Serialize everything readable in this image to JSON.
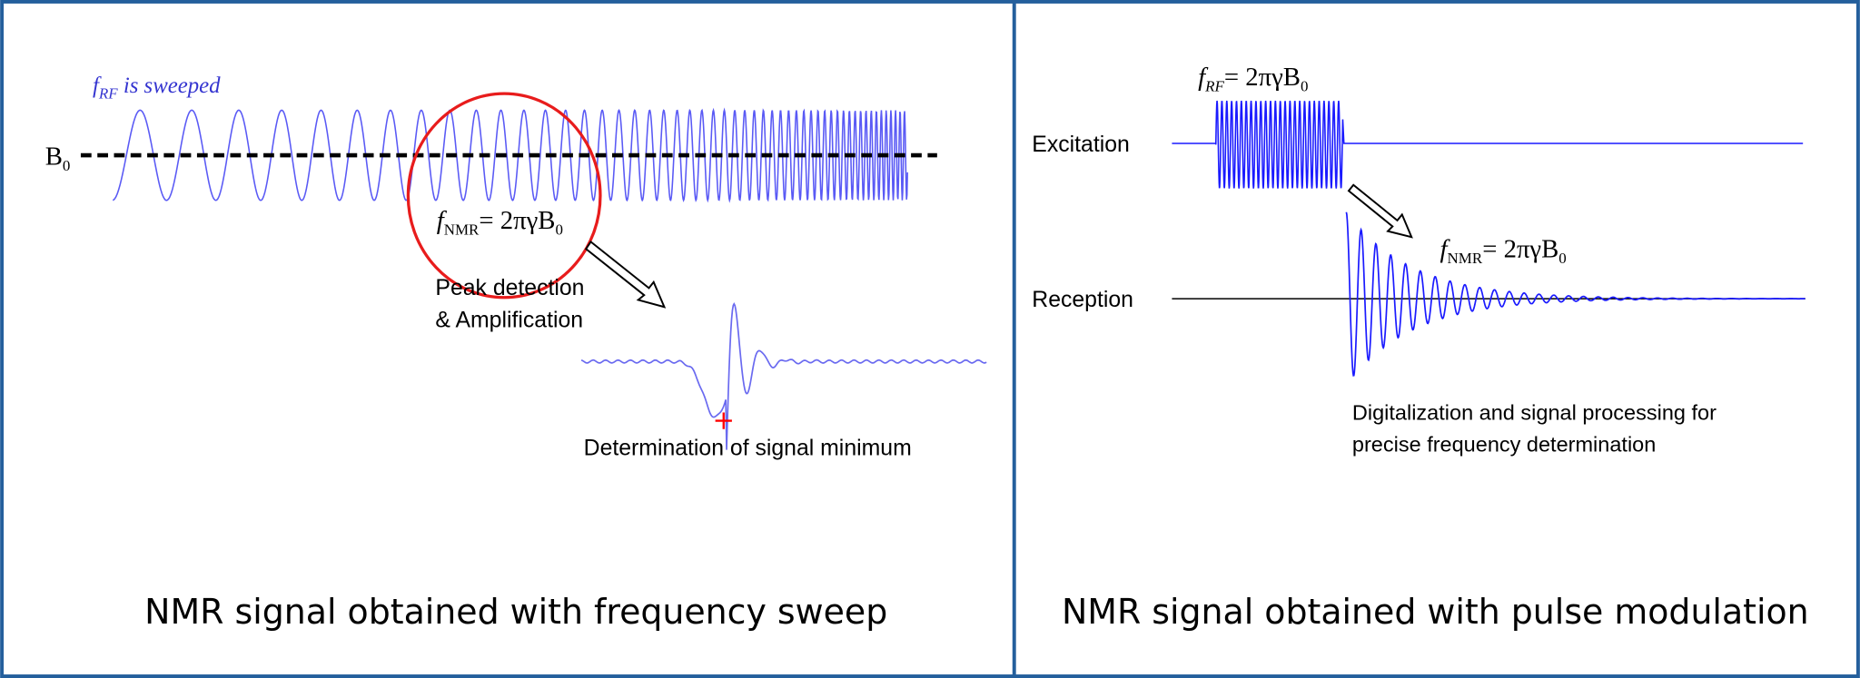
{
  "colors": {
    "border": "#245f9c",
    "wave": "#5a5af5",
    "wave_strong": "#1a1aff",
    "circle": "#e81c1c",
    "marker": "#ff0000"
  },
  "left_panel": {
    "sweep_label_f": "f",
    "sweep_label_sub": "RF",
    "sweep_label_rest": " is sweeped",
    "b0_label": "B",
    "b0_sub": "0",
    "nmr_f": "f",
    "nmr_sub": "NMR",
    "nmr_rest": "= 2πγB",
    "nmr_sub0": "0",
    "peak_line1": "Peak detection",
    "peak_line2": "& Amplification",
    "minimum_label": "Determination of signal minimum",
    "caption": "NMR signal obtained with frequency sweep"
  },
  "right_panel": {
    "excitation_label": "Excitation",
    "reception_label": "Reception",
    "rf_f": "f",
    "rf_sub": "RF",
    "rf_rest": "= 2πγB",
    "rf_sub0": "0",
    "nmr_f": "f",
    "nmr_sub": "NMR",
    "nmr_rest": "= 2πγB",
    "nmr_sub0": "0",
    "processing_line1": "Digitalization and signal processing for",
    "processing_line2": "precise frequency determination",
    "caption": "NMR signal obtained with pulse modulation"
  }
}
